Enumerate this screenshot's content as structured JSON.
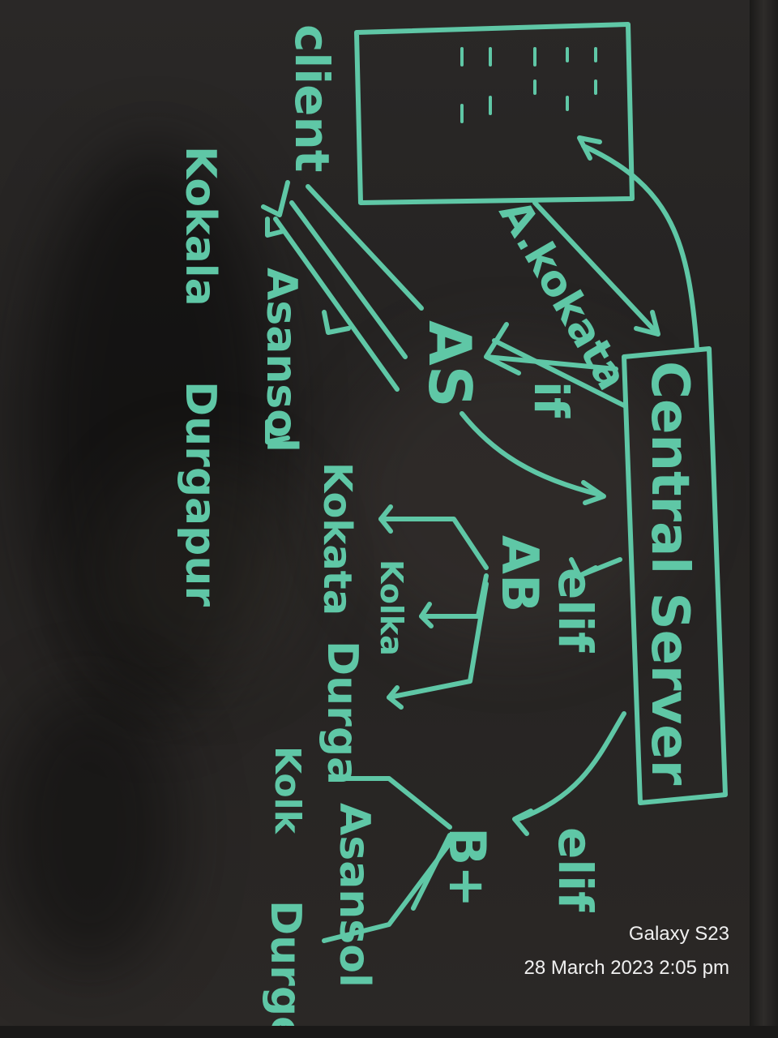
{
  "watermark": {
    "device": "Galaxy S23",
    "datetime": "28 March 2023 2:05 pm"
  },
  "handwriting": {
    "box_label": "Central Server",
    "client": "client",
    "a_kokata": "A.kokata",
    "if": "if",
    "as": "AS",
    "ab": "AB",
    "bplus": "B+",
    "elif_1": "elif",
    "elif_2": "elif",
    "kokala_1": "Kokala",
    "asansol_1": "Asansol",
    "durgapur_1": "Durgapur",
    "kokata_2": "Kokata",
    "kolkata_3": "Kolka",
    "durga": "Durga",
    "kolk": "Kolk",
    "asansol_2": "Asansol",
    "durga_2": "Durge"
  },
  "colors": {
    "ink": "#5fc7a6",
    "screen": "#252321",
    "watermark_text": "#f0f0f0"
  }
}
